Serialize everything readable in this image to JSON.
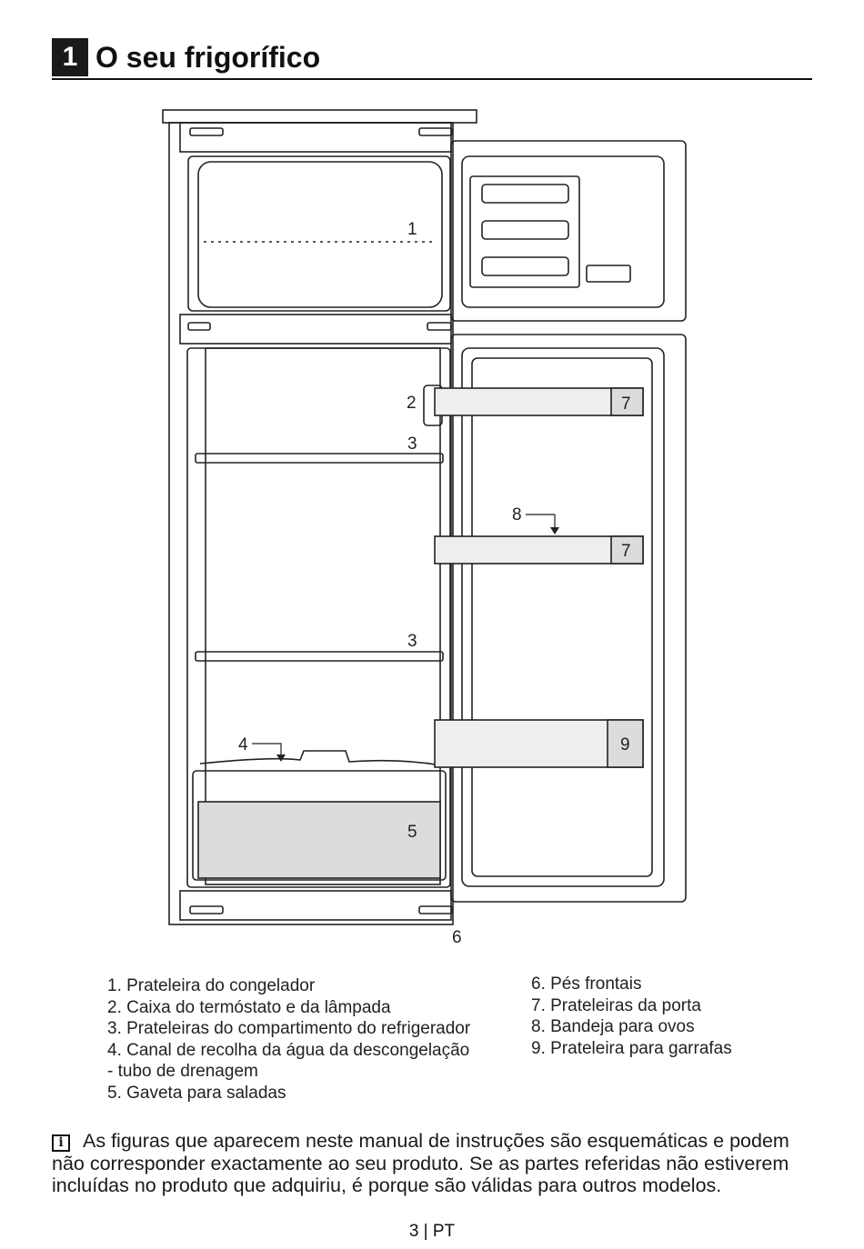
{
  "header": {
    "chapter_number": "1",
    "title": "O seu frigorífico"
  },
  "diagram_callouts": {
    "c1": "1",
    "c2": "2",
    "c3a": "3",
    "c3b": "3",
    "c4": "4",
    "c5": "5",
    "c6": "6",
    "c7a": "7",
    "c7b": "7",
    "c8": "8",
    "c9": "9"
  },
  "legend_left": [
    "1. Prateleira do congelador",
    "2. Caixa do termóstato e da lâmpada",
    "3. Prateleiras do compartimento do refrigerador",
    "4. Canal de recolha da água da descongelação",
    "- tubo de drenagem",
    "5. Gaveta para saladas"
  ],
  "legend_right": [
    "6. Pés frontais",
    "7. Prateleiras da porta",
    "8. Bandeja para ovos",
    "9. Prateleira para garrafas"
  ],
  "note": {
    "icon": "info-icon",
    "text": "As figuras que aparecem neste manual de instruções são esquemáticas e podem não corresponder exactamente ao seu produto. Se as partes referidas não estiverem incluídas no produto que adquiriu, é porque são válidas para outros modelos."
  },
  "footer": {
    "page": "3 | PT"
  }
}
